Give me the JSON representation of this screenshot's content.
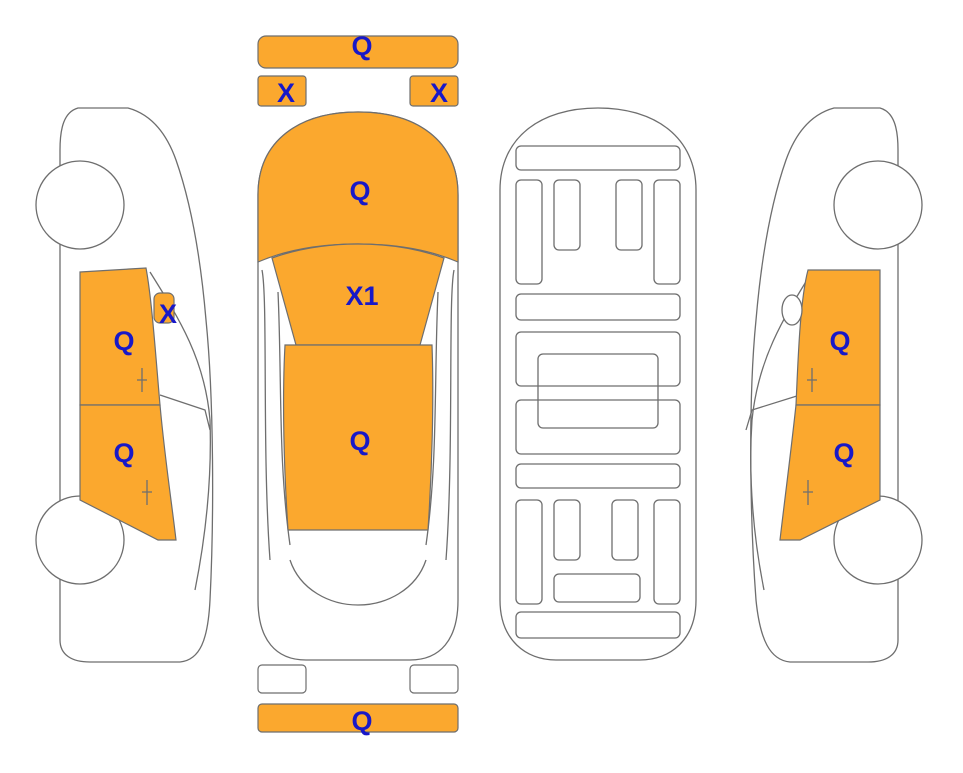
{
  "colors": {
    "damaged": "#FBA82E",
    "undamaged": "#ffffff",
    "outline": "#6e6e6e",
    "mark": "#1818c8"
  },
  "panels": {
    "front_bumper": {
      "mark": "Q",
      "damaged": true
    },
    "headlight_left": {
      "mark": "X",
      "damaged": true
    },
    "headlight_right": {
      "mark": "X",
      "damaged": true
    },
    "hood": {
      "mark": "Q",
      "damaged": true
    },
    "windshield": {
      "mark": "X1",
      "damaged": true
    },
    "roof": {
      "mark": "Q",
      "damaged": true
    },
    "taillight_left": {
      "mark": "",
      "damaged": false
    },
    "taillight_right": {
      "mark": "",
      "damaged": false
    },
    "rear_bumper": {
      "mark": "Q",
      "damaged": true
    },
    "left_mirror": {
      "mark": "X",
      "damaged": true
    },
    "left_front_door": {
      "mark": "Q",
      "damaged": true
    },
    "left_rear_door": {
      "mark": "Q",
      "damaged": true
    },
    "right_front_door": {
      "mark": "Q",
      "damaged": true
    },
    "right_rear_door": {
      "mark": "Q",
      "damaged": true
    }
  }
}
